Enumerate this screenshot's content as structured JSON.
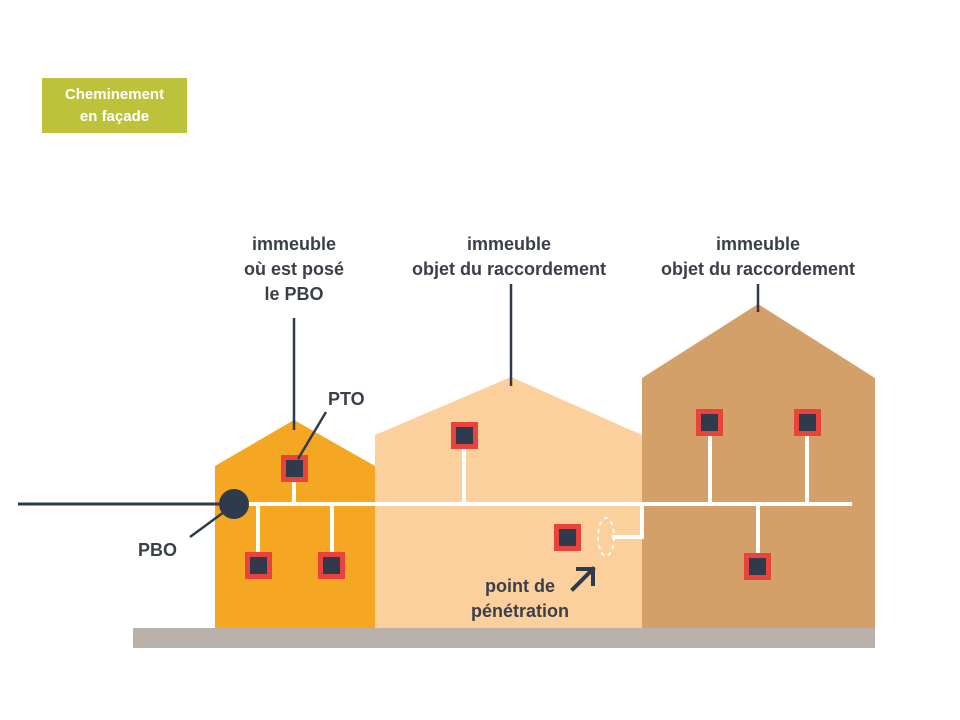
{
  "badge": {
    "line1": "Cheminement",
    "line2": "en façade"
  },
  "labels": {
    "building1": [
      "immeuble",
      "où est posé",
      "le PBO"
    ],
    "building2": [
      "immeuble",
      "objet du raccordement"
    ],
    "building3": [
      "immeuble",
      "objet du raccordement"
    ],
    "pto": "PTO",
    "pbo": "PBO",
    "penetration": [
      "point de",
      "pénétration"
    ]
  },
  "colors": {
    "badge": "#bcc33a",
    "building1": "#f5a623",
    "building2": "#fcd09c",
    "building3": "#d4a06a",
    "ground": "#b9b1aa",
    "cable": "#ffffff",
    "main_cable": "#2f3b4c",
    "outlet_border": "#e8433c",
    "outlet_fill": "#2f3b4c"
  }
}
